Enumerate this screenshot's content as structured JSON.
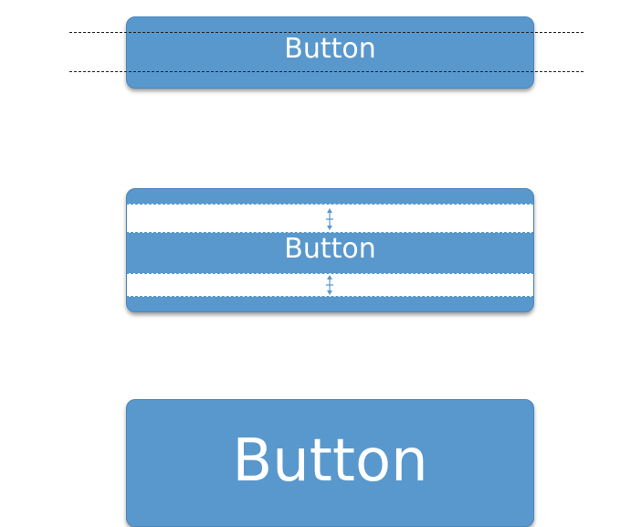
{
  "colors": {
    "button_fill": "#5898cd",
    "button_border": "#4b87ba",
    "button_text": "#ffffff",
    "guide_line": "#222222",
    "padding_marker": "#5898cd"
  },
  "buttons": [
    {
      "label": "Button"
    },
    {
      "label": "Button"
    },
    {
      "label": "Button"
    }
  ],
  "icons": {
    "padding_arrow": "double-arrow-vertical-icon"
  }
}
